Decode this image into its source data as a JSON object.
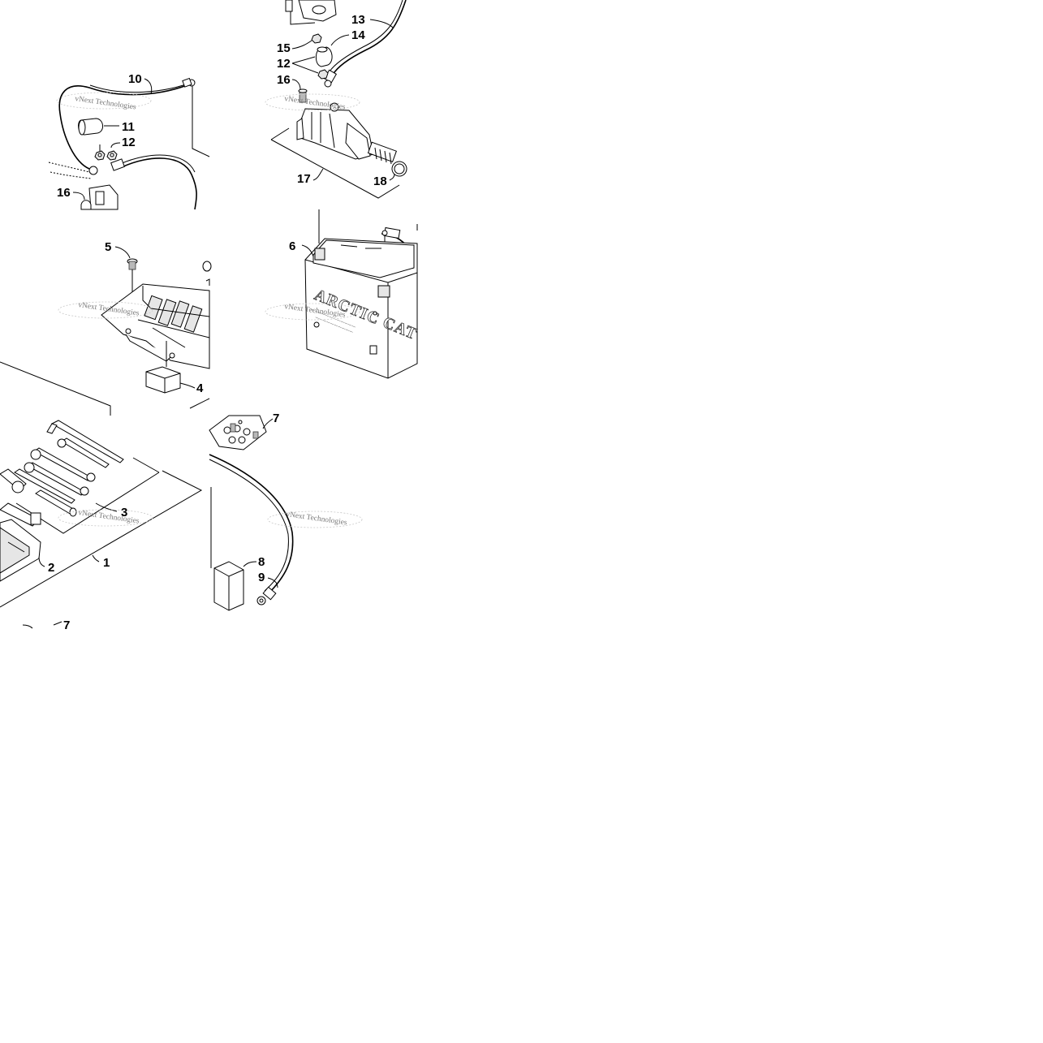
{
  "diagram": {
    "watermark": "vNext Technologies",
    "battery_brand": "ARCTIC CAT",
    "callouts": {
      "c1": "1",
      "c2": "2",
      "c3": "3",
      "c4": "4",
      "c5": "5",
      "c6": "6",
      "c7": "7",
      "c8": "8",
      "c9": "9",
      "c10": "10",
      "c11": "11",
      "c12": "12",
      "c13": "13",
      "c14": "14",
      "c15": "15",
      "c16": "16",
      "c17": "17",
      "c18": "18"
    }
  }
}
